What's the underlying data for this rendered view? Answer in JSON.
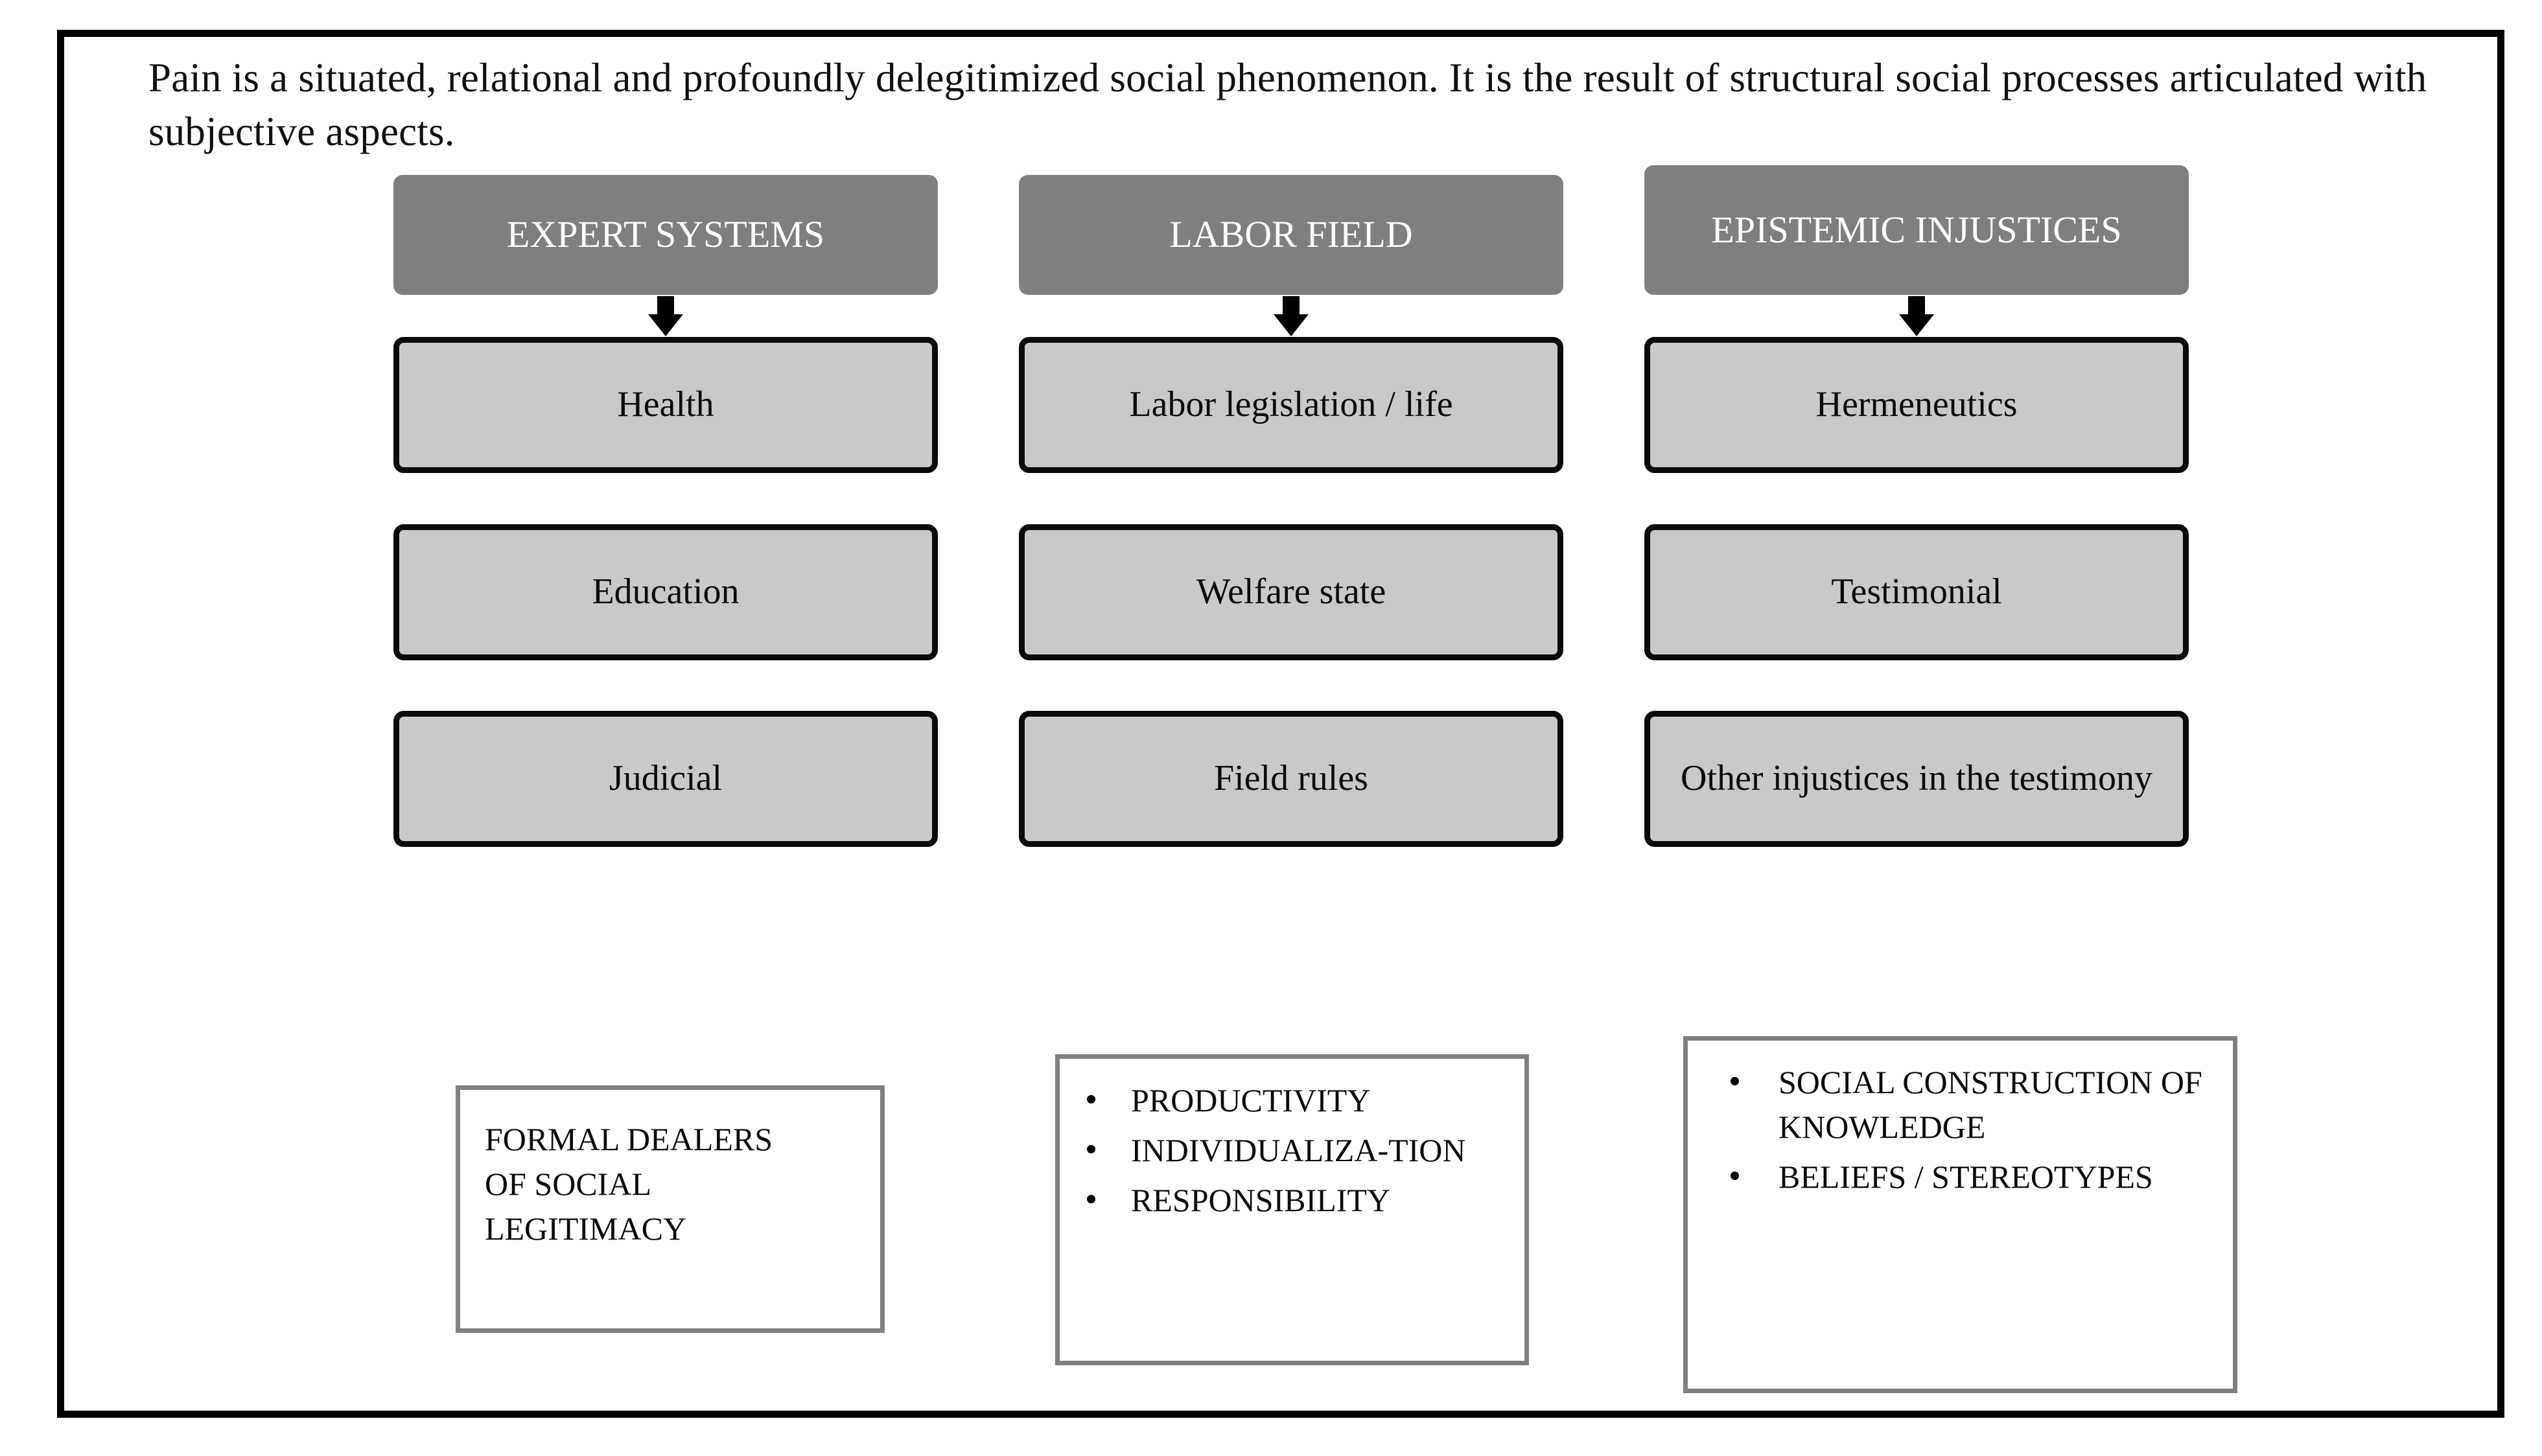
{
  "figure": {
    "intro_text": "Pain is a situated, relational and profoundly delegitimized social phenomenon. It is the result of structural social processes articulated with subjective aspects.",
    "colors": {
      "header_fill": "#7F7F7F",
      "header_text": "#FFFFFF",
      "step_fill": "#C9C9C9",
      "step_border": "#0A0A0A",
      "note_border": "#808080",
      "frame_border": "#000000",
      "background": "#FFFFFF"
    },
    "columns": [
      {
        "header": "EXPERT SYSTEMS",
        "steps": [
          "Health",
          "Education",
          "Judicial"
        ],
        "note": {
          "style": "plain",
          "lines": [
            "FORMAL DEALERS",
            "OF SOCIAL",
            "LEGITIMACY"
          ]
        }
      },
      {
        "header": "LABOR FIELD",
        "steps": [
          "Labor legislation / life",
          "Welfare state",
          "Field rules"
        ],
        "note": {
          "style": "bulleted",
          "bullets": [
            "PRODUCTIVITY",
            "INDIVIDUALIZA-TION",
            "RESPONSIBILITY"
          ]
        }
      },
      {
        "header": "EPISTEMIC INJUSTICES",
        "steps": [
          "Hermeneutics",
          "Testimonial",
          "Other injustices in the testimony"
        ],
        "note": {
          "style": "bulleted",
          "bullets": [
            "SOCIAL CONSTRUCTION OF KNOWLEDGE",
            "BELIEFS / STEREOTYPES"
          ]
        }
      }
    ]
  }
}
